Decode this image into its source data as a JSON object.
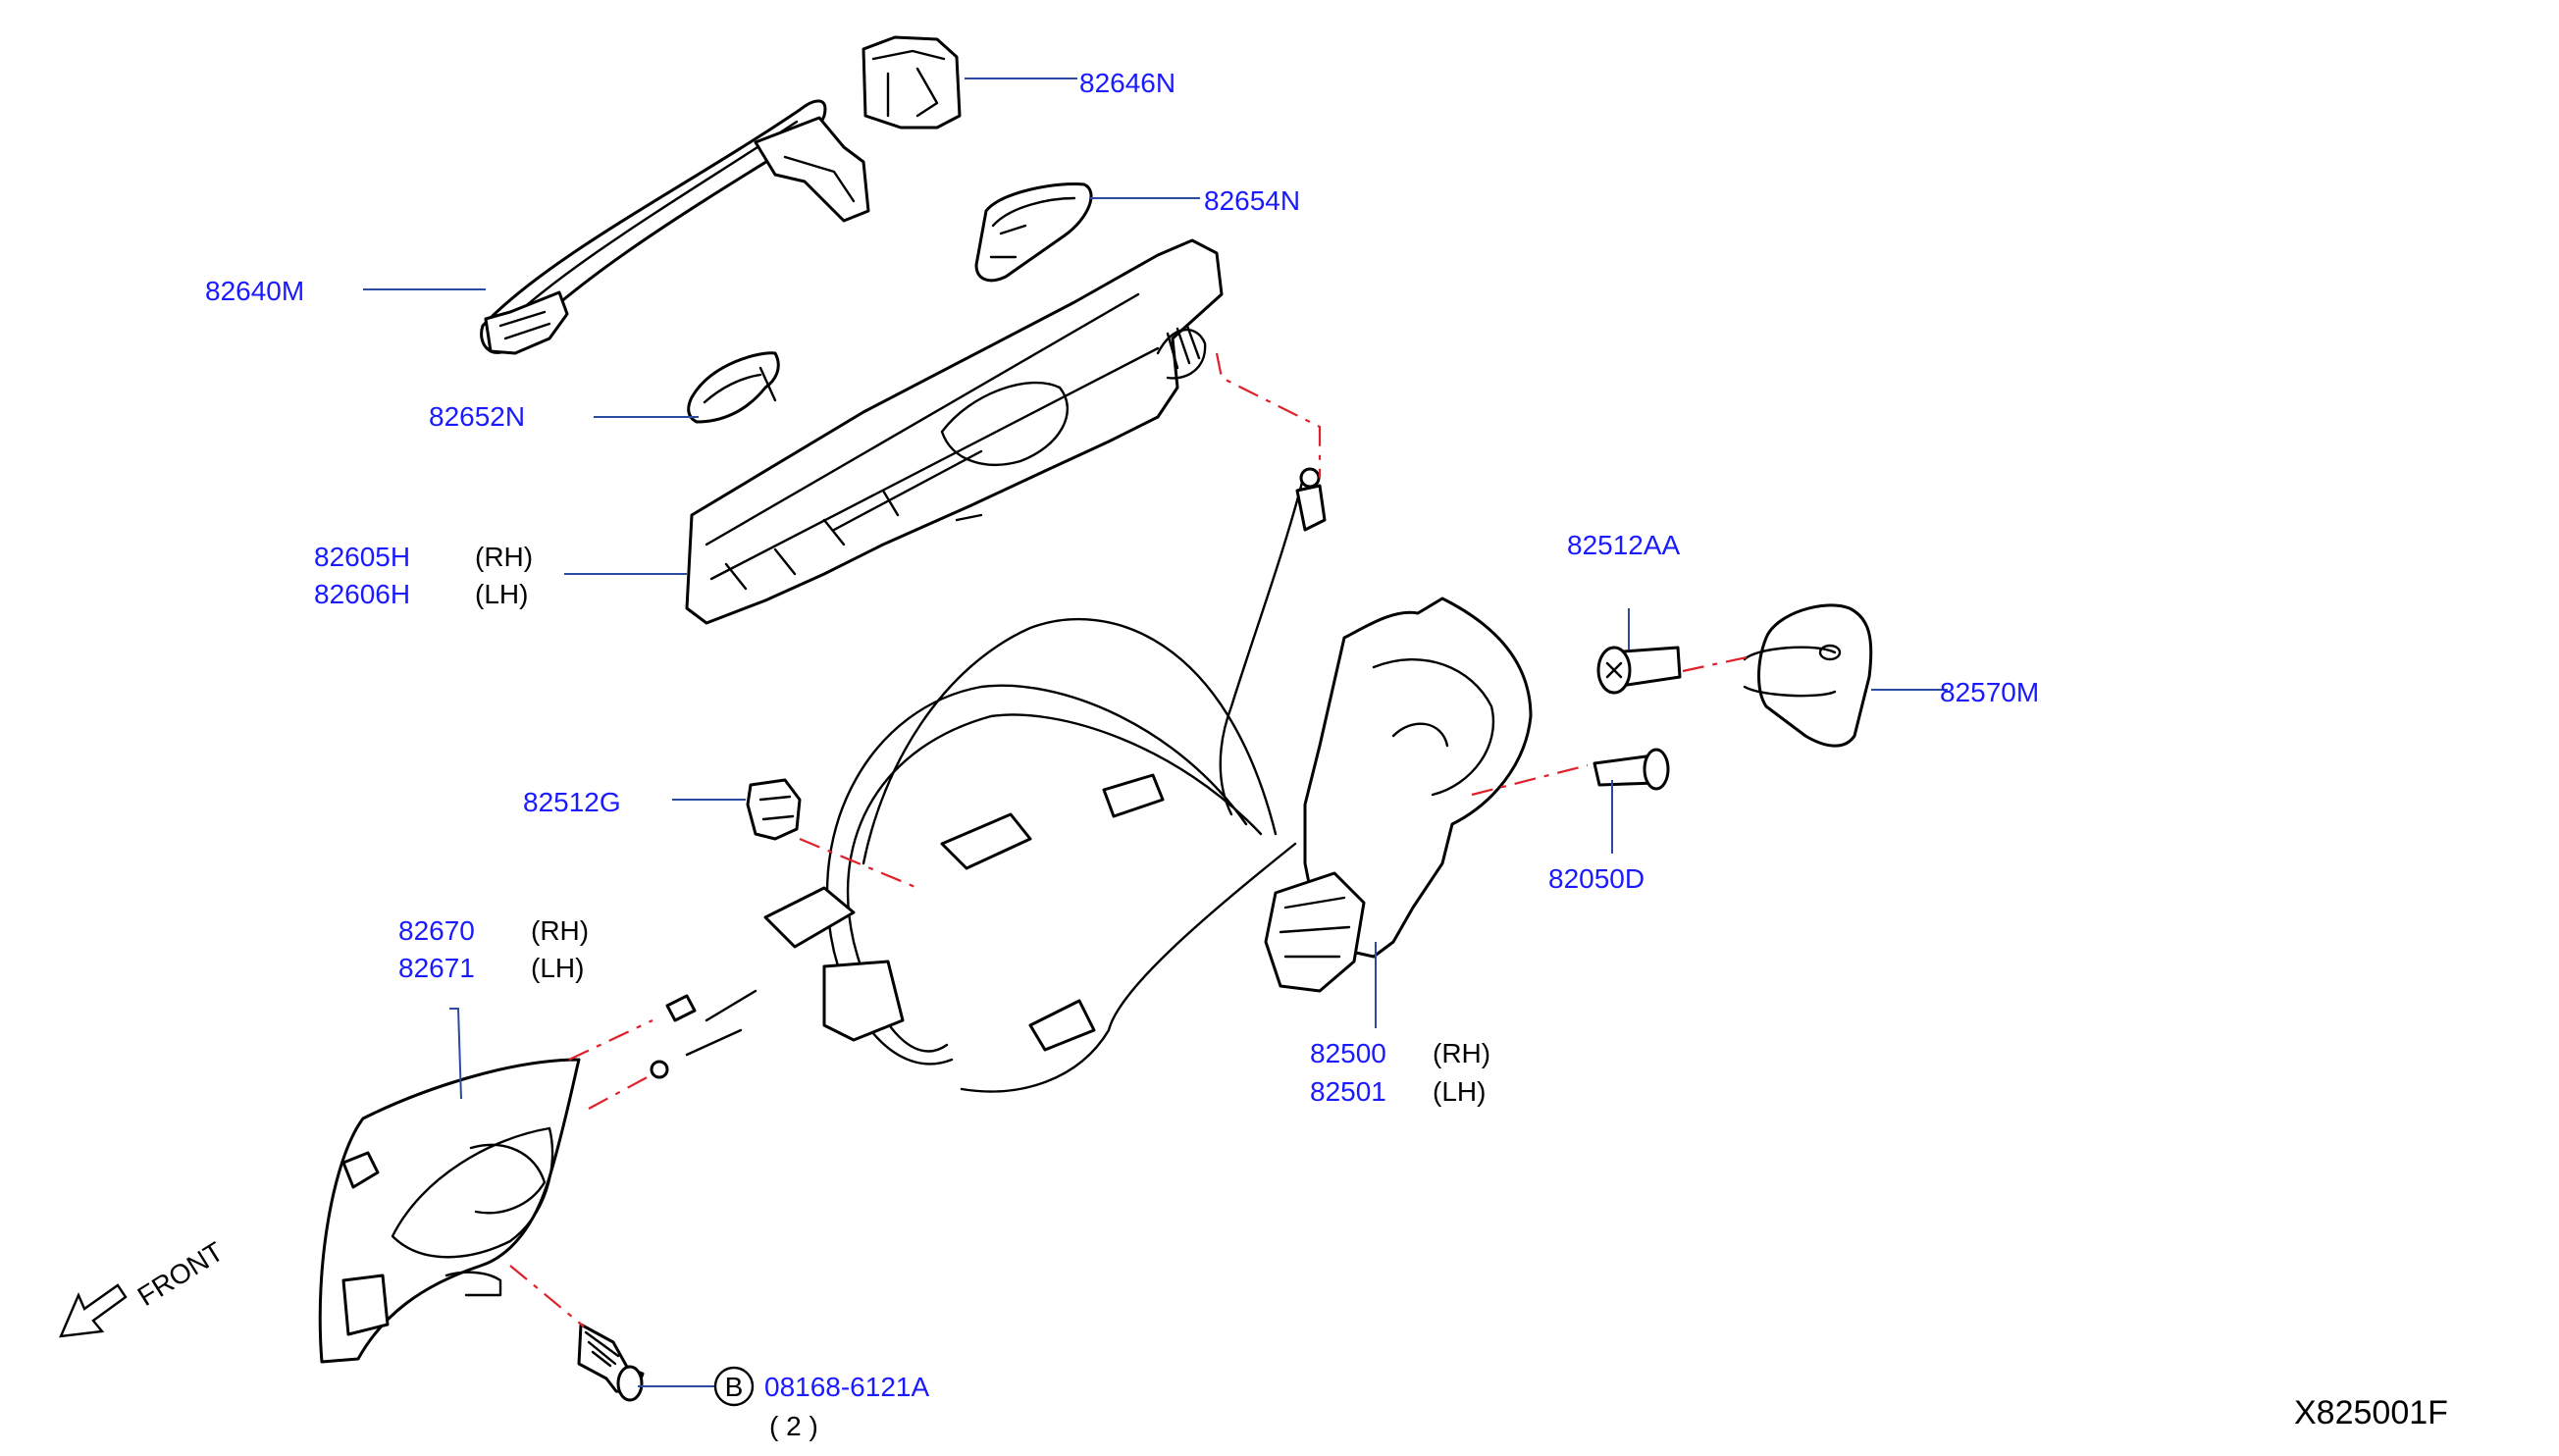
{
  "parts": {
    "handle_outer": {
      "number": "82640M"
    },
    "handle_cap": {
      "number": "82646N"
    },
    "handle_gasket_rr": {
      "number": "82654N"
    },
    "handle_gasket_fr": {
      "number": "82652N"
    },
    "handle_bracket": {
      "number_rh": "82605H",
      "number_lh": "82606H",
      "side_rh": "(RH)",
      "side_lh": "(LH)"
    },
    "lock_screw": {
      "number": "82512AA"
    },
    "striker": {
      "number": "82570M"
    },
    "striker_bolt": {
      "number": "82050D"
    },
    "cable_clip": {
      "number": "82512G"
    },
    "inside_handle": {
      "number_rh": "82670",
      "number_lh": "82671",
      "side_rh": "(RH)",
      "side_lh": "(LH)"
    },
    "lock_assembly": {
      "number_rh": "82500",
      "number_lh": "82501",
      "side_rh": "(RH)",
      "side_lh": "(LH)"
    },
    "bolt": {
      "letter": "B",
      "number": "08168-6121A",
      "qty": "( 2 )"
    }
  },
  "front_label": "FRONT",
  "diagram_code": "X825001F",
  "colors": {
    "label": "#1a1aff",
    "leader": "#2b4aa0",
    "centerline": "#e0202a",
    "line": "#000000"
  },
  "icons": [
    "front-arrow-icon",
    "circled-letter-icon"
  ]
}
